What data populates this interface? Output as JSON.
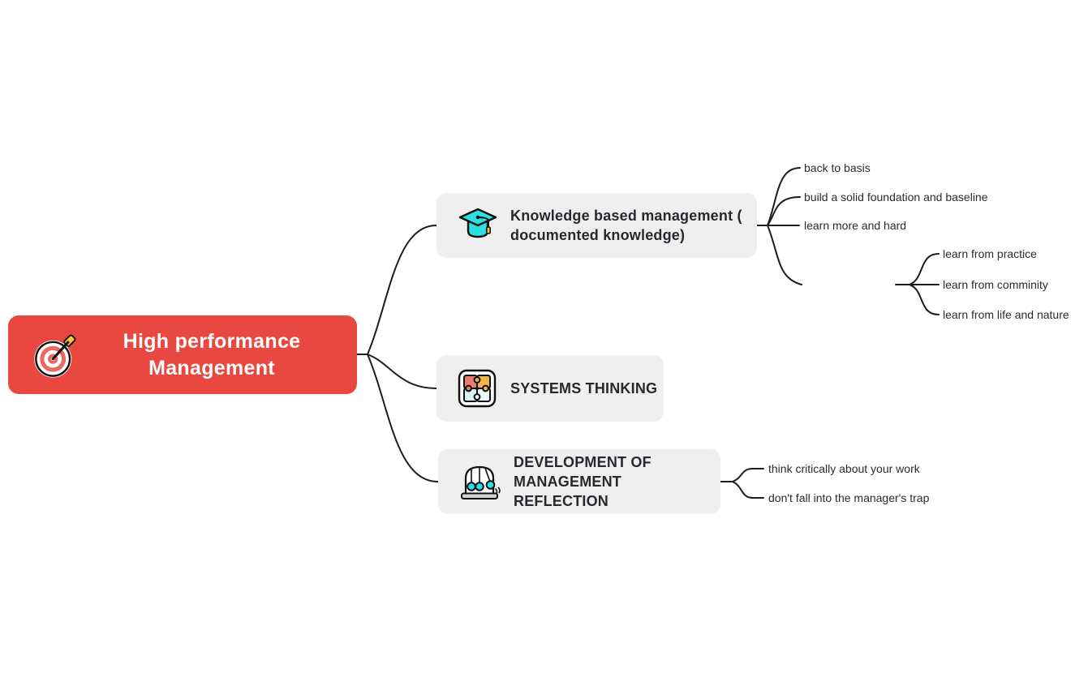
{
  "canvas": {
    "background": "#ffffff",
    "connector_color": "#1d1d1d"
  },
  "root": {
    "label": "High performance Management",
    "bg_color": "#e84840",
    "text_color": "#ffffff",
    "icon": "target-icon"
  },
  "branches": [
    {
      "label": "Knowledge based management ( documented knowledge)",
      "icon": "graduation-cap-icon",
      "bg_color": "#efefef",
      "children": [
        {
          "label": "back to basis"
        },
        {
          "label": "build a solid foundation and baseline"
        },
        {
          "label": "learn more and hard"
        },
        {
          "label": "",
          "children": [
            {
              "label": "learn from practice"
            },
            {
              "label": "learn from comminity"
            },
            {
              "label": "learn from life and nature"
            }
          ]
        }
      ]
    },
    {
      "label": "SYSTEMS THINKING",
      "icon": "puzzle-icon",
      "bg_color": "#efefef",
      "children": []
    },
    {
      "label": "DEVELOPMENT OF MANAGEMENT REFLECTION",
      "icon": "newtons-cradle-icon",
      "bg_color": "#efefef",
      "children": [
        {
          "label": "think critically about your work"
        },
        {
          "label": "don't fall into the manager's trap"
        }
      ]
    }
  ],
  "icon_colors": {
    "cyan": "#2ddfe2",
    "yellow": "#f6c445",
    "salmon": "#e97b70",
    "orange": "#f3b34c",
    "light_blue": "#d8f1f5",
    "pale_blue": "#eaf7f7",
    "base_gray": "#ced4d7",
    "target_red": "#ed685e",
    "outline": "#111111"
  }
}
